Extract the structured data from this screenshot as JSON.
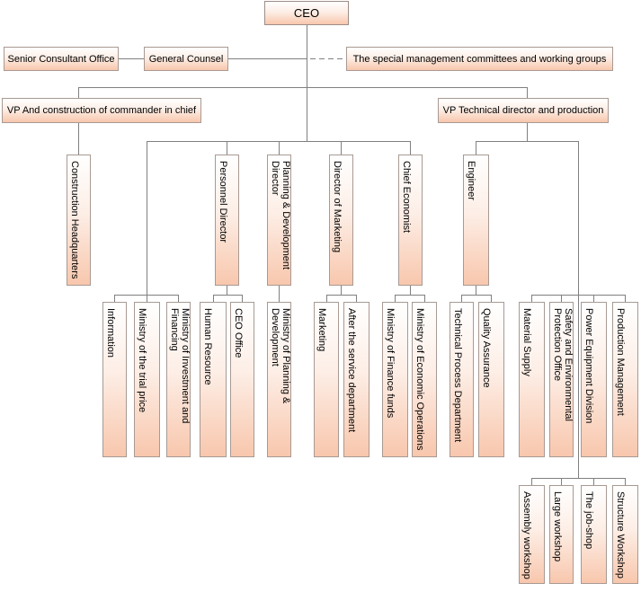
{
  "top": {
    "ceo": "CEO",
    "senior_consultant": "Senior Consultant Office",
    "general_counsel": "General Counsel",
    "committees": "The special management committees and working groups"
  },
  "vps": {
    "vp_construction": "VP And construction of commander in chief",
    "vp_technical": "VP Technical director and production"
  },
  "directors": {
    "construction_hq": "Construction Headquarters",
    "personnel": "Personnel Director",
    "planning": "Planning & Development Director",
    "marketing": "Director of Marketing",
    "economist": "Chief Economist",
    "engineer": "Engineer"
  },
  "units": {
    "information": "Information",
    "trial_price": "Ministry of the trial price",
    "investment": "Ministry of Investment and Financing",
    "human_resource": "Human Resource",
    "ceo_office": "CEO Office",
    "ministry_planning": "Ministry of Planning & Development",
    "marketing": "Marketing",
    "after_service": "After the service department",
    "finance_funds": "Ministry of Finance funds",
    "economic_operations": "Ministry of Economic Operations",
    "technical_process": "Technical Process Department",
    "quality_assurance": "Quality Assurance",
    "material_supply": "Material Supply",
    "safety_env": "Safety and Environmental Protection Office",
    "power_equipment": "Power Equipment Division",
    "production_management": "Production Management"
  },
  "workshops": {
    "assembly": "Assembly workshop",
    "large": "Large workshop",
    "job_shop": "The job-shop",
    "structure": "Structure Workshop"
  },
  "colors": {
    "box_border": "#a89a93",
    "gradient_top": "#ffffff",
    "gradient_bottom": "#f8c7ad",
    "connector": "#808080"
  }
}
